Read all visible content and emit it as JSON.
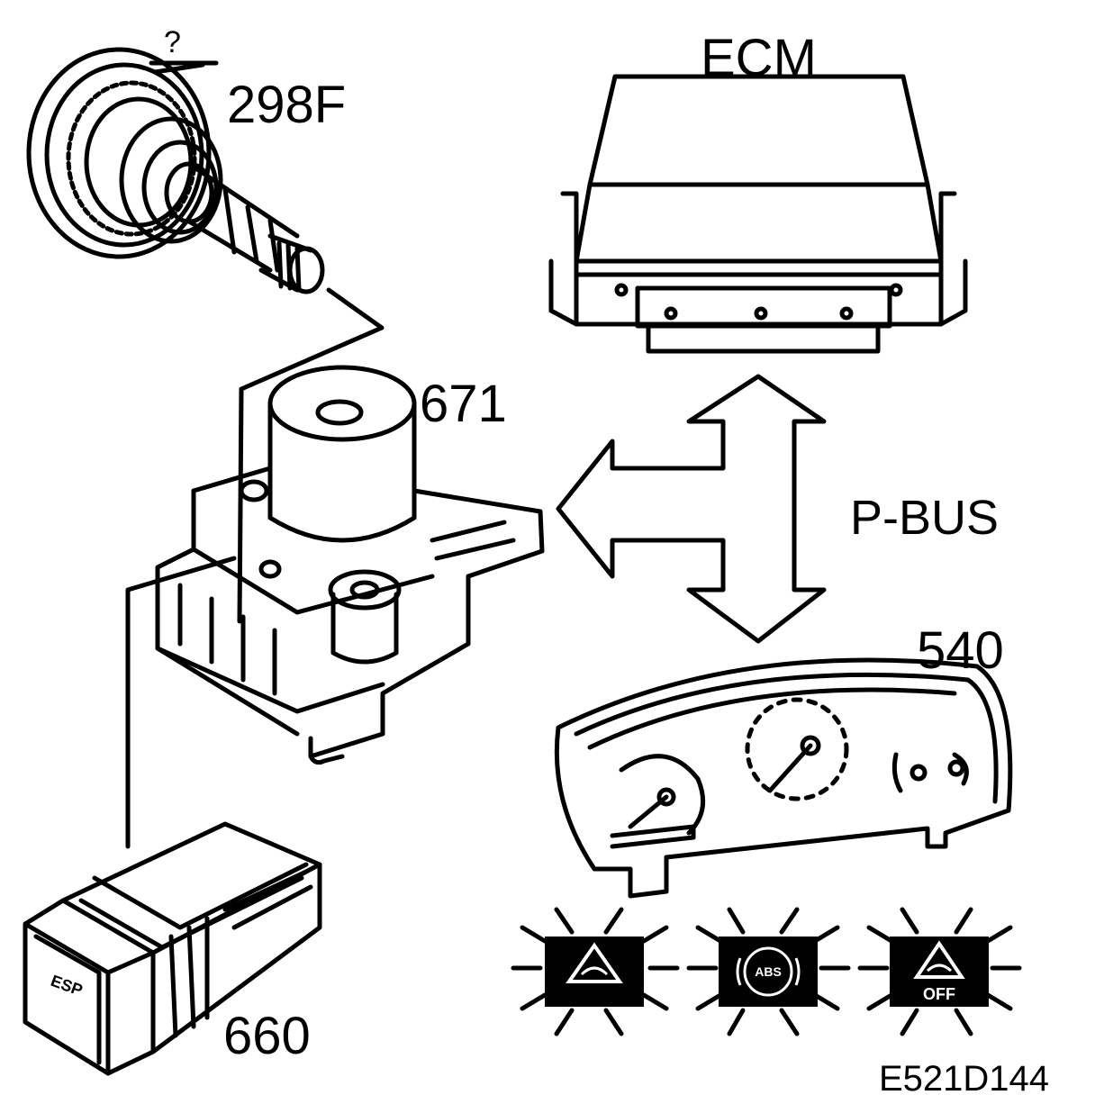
{
  "labels": {
    "wheel_sensor": "298F",
    "control_module": "671",
    "ecm": "ECM",
    "bus": "P-BUS",
    "instrument_cluster": "540",
    "switch": "660",
    "figure_code": "E521D144",
    "unknown_mark": "?"
  },
  "indicators": {
    "esp_warning": "",
    "abs_text": "ABS",
    "off_text": "OFF"
  },
  "switch_text": "ESP",
  "colors": {
    "ink": "#000000",
    "paper": "#ffffff"
  }
}
